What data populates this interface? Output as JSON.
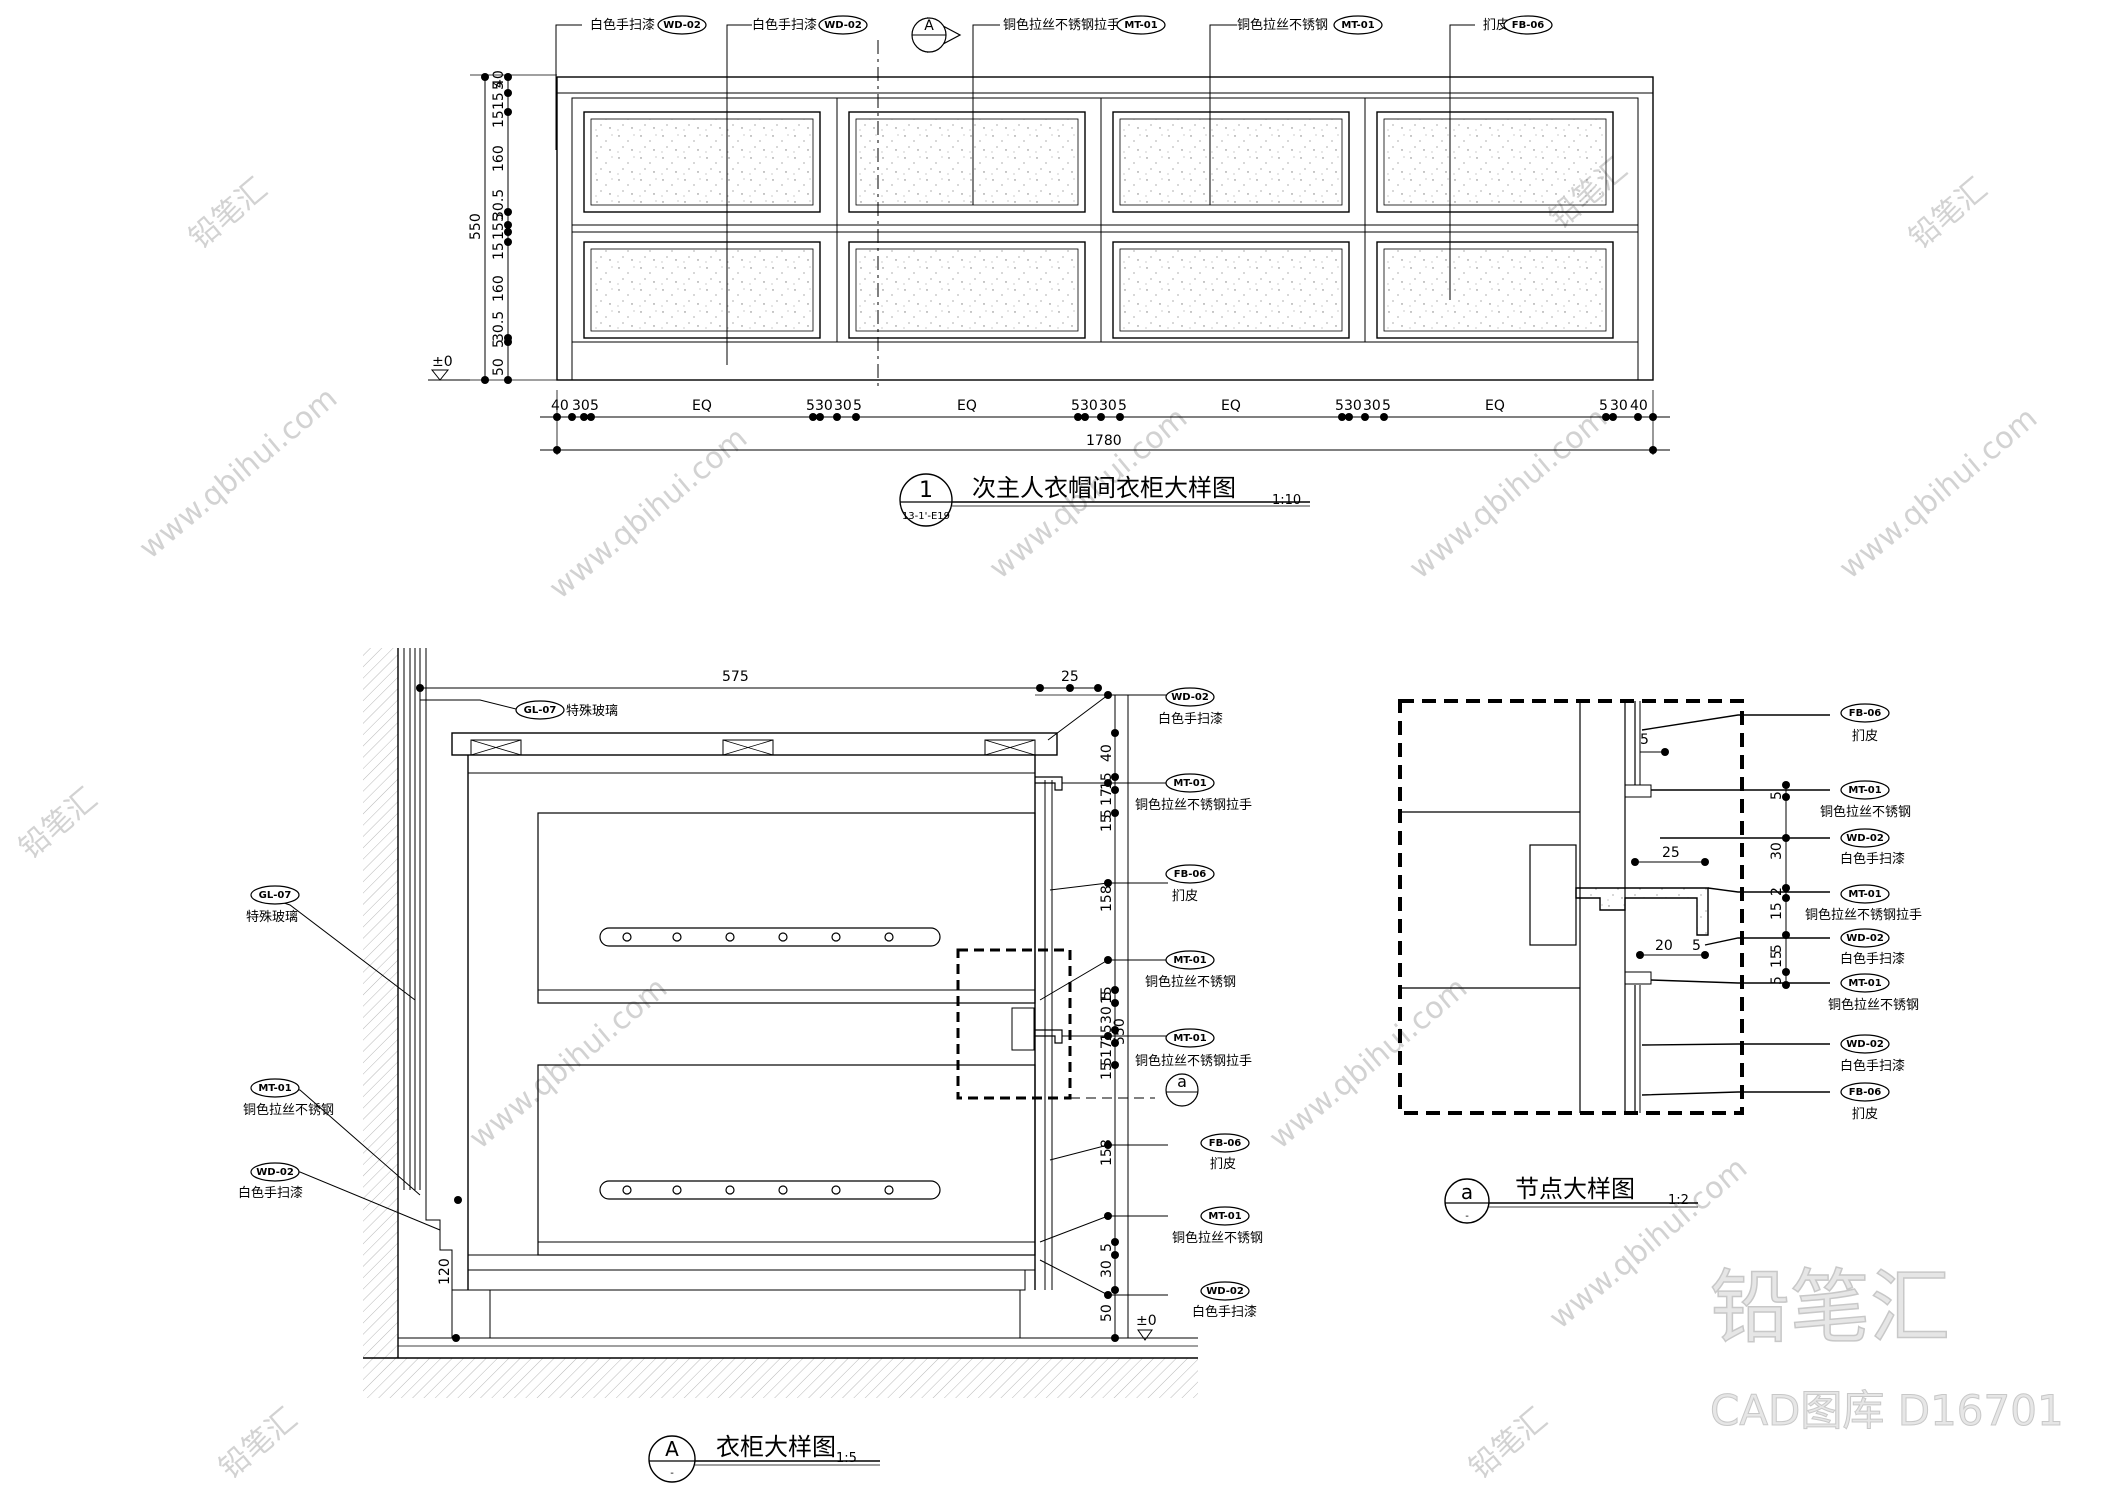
{
  "sheet": {
    "title_elevation": "次主人衣帽间衣柜大样图",
    "title_elevation_scale": "1:10",
    "title_elevation_marker": "1",
    "title_elevation_ref": "13-1'-E19",
    "title_section": "衣柜大样图",
    "title_section_scale": "1:5",
    "title_section_marker": "A",
    "title_section_sub": "-",
    "title_node": "节点大样图",
    "title_node_scale": "1:2",
    "title_node_marker": "a",
    "title_node_sub": "-",
    "section_callout": "A",
    "node_callout": "a"
  },
  "elevation": {
    "labels": [
      {
        "text": "白色手扫漆",
        "tag": "WD-02"
      },
      {
        "text": "白色手扫漆",
        "tag": "WD-02"
      },
      {
        "text": "铜色拉丝不锈钢拉手",
        "tag": "MT-01"
      },
      {
        "text": "铜色拉丝不锈钢",
        "tag": "MT-01"
      },
      {
        "text": "扪皮",
        "tag": "FB-06"
      }
    ],
    "dims_vertical": [
      "5",
      "15",
      "40",
      "15",
      "160",
      "5",
      "15",
      "30.5",
      "15",
      "160",
      "5",
      "30.5",
      "50",
      "550"
    ],
    "level": "±0",
    "dims_horizontal": [
      "40",
      "30",
      "5",
      "EQ",
      "5",
      "30",
      "30",
      "5",
      "EQ",
      "5",
      "30",
      "30",
      "5",
      "EQ",
      "5",
      "30",
      "30",
      "5",
      "EQ",
      "5",
      "30",
      "40"
    ],
    "dim_total": "1780"
  },
  "section": {
    "dim_top": "575",
    "dim_top_right": "25",
    "dims_right": [
      "40",
      "15",
      "17",
      "5",
      "15",
      "158",
      "5",
      "15",
      "30",
      "15",
      "17",
      "5",
      "15",
      "158",
      "5",
      "30",
      "50"
    ],
    "dim_right_total": "550",
    "dim_base": "120",
    "level": "±0",
    "labels_right": [
      {
        "tag": "WD-02",
        "text": "白色手扫漆"
      },
      {
        "tag": "MT-01",
        "text": "铜色拉丝不锈钢拉手"
      },
      {
        "tag": "FB-06",
        "text": "扪皮"
      },
      {
        "tag": "MT-01",
        "text": "铜色拉丝不锈钢"
      },
      {
        "tag": "MT-01",
        "text": "铜色拉丝不锈钢拉手"
      },
      {
        "tag": "FB-06",
        "text": "扪皮"
      },
      {
        "tag": "MT-01",
        "text": "铜色拉丝不锈钢"
      },
      {
        "tag": "WD-02",
        "text": "白色手扫漆"
      }
    ],
    "label_top": {
      "tag": "GL-07",
      "text": "特殊玻璃"
    },
    "labels_left": [
      {
        "tag": "GL-07",
        "text": "特殊玻璃"
      },
      {
        "tag": "MT-01",
        "text": "铜色拉丝不锈钢"
      },
      {
        "tag": "WD-02",
        "text": "白色手扫漆"
      }
    ]
  },
  "node": {
    "labels": [
      {
        "tag": "FB-06",
        "text": "扪皮"
      },
      {
        "tag": "MT-01",
        "text": "铜色拉丝不锈钢"
      },
      {
        "tag": "WD-02",
        "text": "白色手扫漆"
      },
      {
        "tag": "MT-01",
        "text": "铜色拉丝不锈钢拉手"
      },
      {
        "tag": "WD-02",
        "text": "白色手扫漆"
      },
      {
        "tag": "MT-01",
        "text": "铜色拉丝不锈钢"
      },
      {
        "tag": "WD-02",
        "text": "白色手扫漆"
      },
      {
        "tag": "FB-06",
        "text": "扪皮"
      }
    ],
    "dims_right": [
      "5",
      "30",
      "2",
      "15",
      "5",
      "15",
      "5"
    ],
    "dims_inner": [
      "5",
      "25",
      "20",
      "5"
    ]
  },
  "watermark": {
    "brand": "铅笔汇",
    "url": "www.qbihui.com",
    "catalog": "CAD图库 D16701"
  },
  "colors": {
    "line": "#000000",
    "watermark": "#d2d2d2",
    "paper": "#ffffff"
  }
}
